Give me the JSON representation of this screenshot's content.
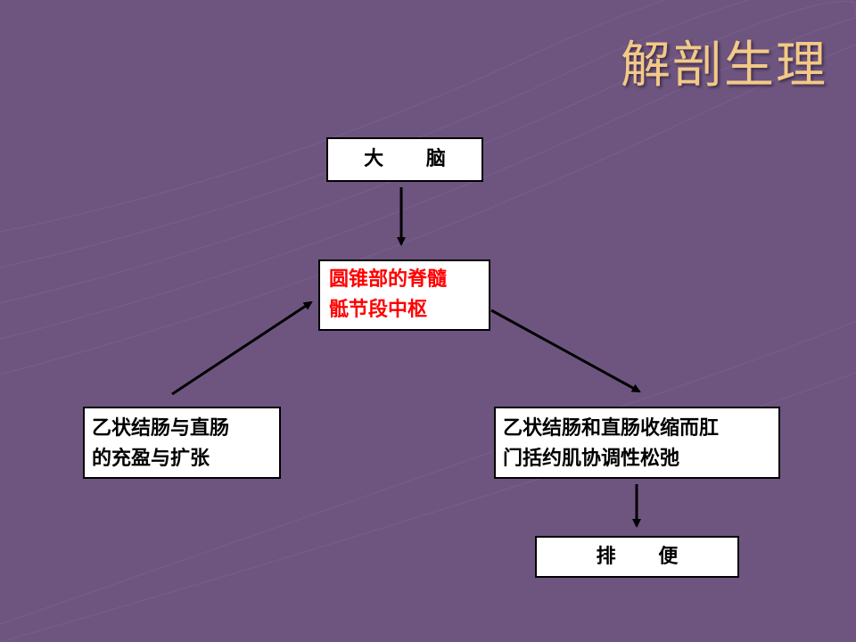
{
  "title": "解剖生理",
  "nodes": {
    "brain": {
      "label": "大 脑"
    },
    "center": {
      "line1": "圆锥部的脊髓",
      "line2": "骶节段中枢"
    },
    "fill": {
      "line1": "乙状结肠与直肠",
      "line2": "的充盈与扩张"
    },
    "contract": {
      "line1": "乙状结肠和直肠收缩而肛",
      "line2": "门括约肌协调性松弛"
    },
    "defecate": {
      "label": "排 便"
    }
  },
  "colors": {
    "background": "#6e5580",
    "title": "#f2c987",
    "center_text": "#ff0000",
    "box_fill": "#ffffff",
    "box_border": "#000000",
    "arrow": "#000000"
  }
}
